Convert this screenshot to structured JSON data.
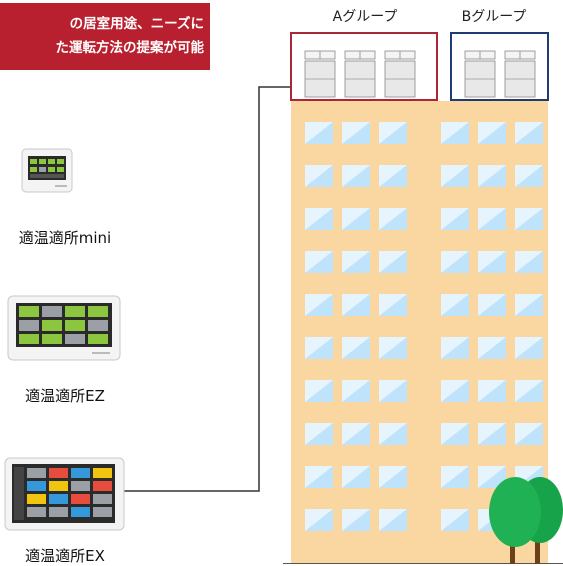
{
  "banner": {
    "line1": "の居室用途、ニーズに",
    "line2": "た運転方法の提案が可能",
    "color": "#b8202f"
  },
  "groups": [
    {
      "label": "Aグループ",
      "border_color": "#a8283a"
    },
    {
      "label": "Bグループ",
      "border_color": "#1f3b73"
    }
  ],
  "devices": [
    {
      "label": "適温適所mini"
    },
    {
      "label": "適温適所EZ"
    },
    {
      "label": "適温適所EX"
    }
  ],
  "building": {
    "color": "#fad7a1",
    "window_color": "#bfe3fb",
    "window_rows": 10,
    "windows_per_side": 3
  }
}
